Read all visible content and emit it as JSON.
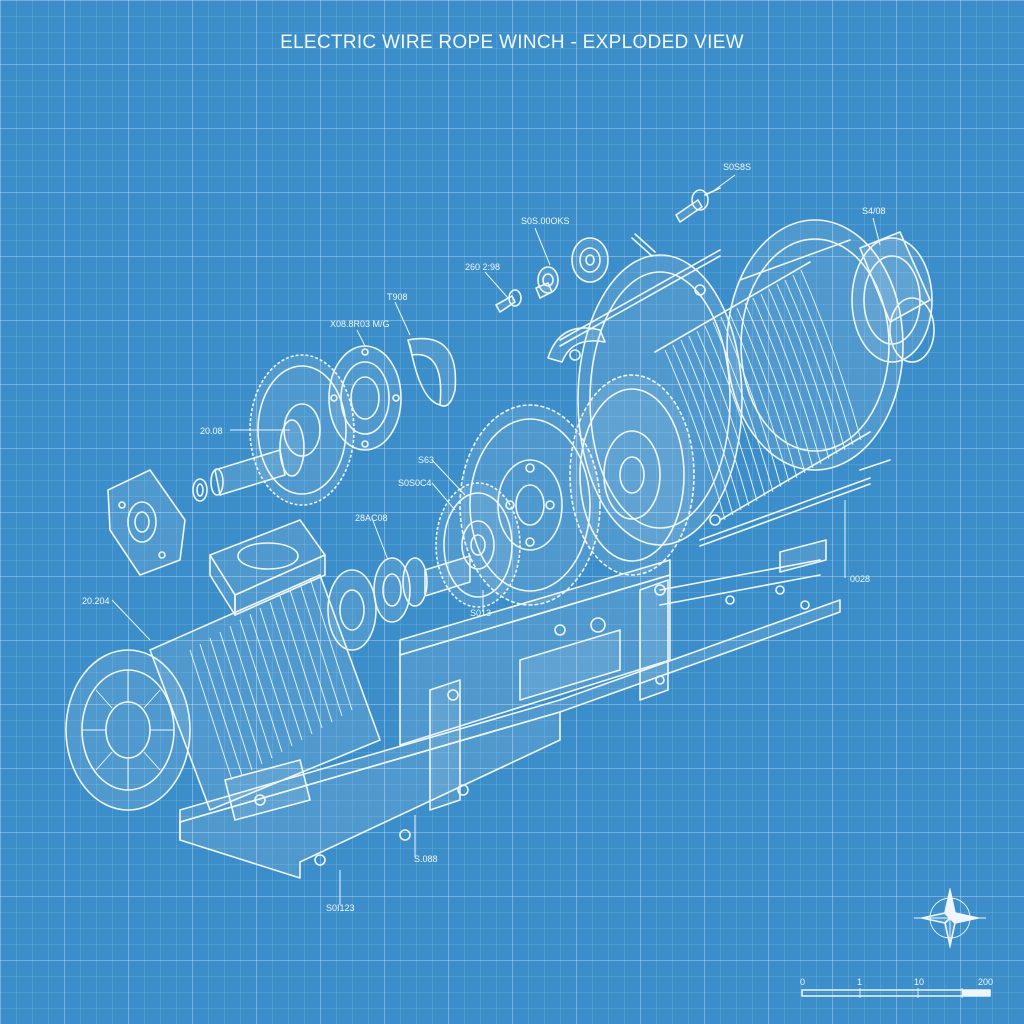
{
  "title": "ELECTRIC WIRE ROPE WINCH - EXPLODED VIEW",
  "labels": {
    "l1": "S0S8S",
    "l2": "S4/08",
    "l3": "S0S.00OKS",
    "l4": "260 2:98",
    "l5": "T908",
    "l6": "X08.8R03 M/G",
    "l7": "20.08",
    "l8": "S63",
    "l9": "S0S0C4",
    "l10": "28AC08",
    "l11": "20.204",
    "l12": "0028",
    "l13": "S013",
    "l14": "S.088",
    "l15": "S0I123"
  },
  "scale_bar": {
    "ticks": [
      "0",
      "1",
      "10",
      "200"
    ]
  }
}
